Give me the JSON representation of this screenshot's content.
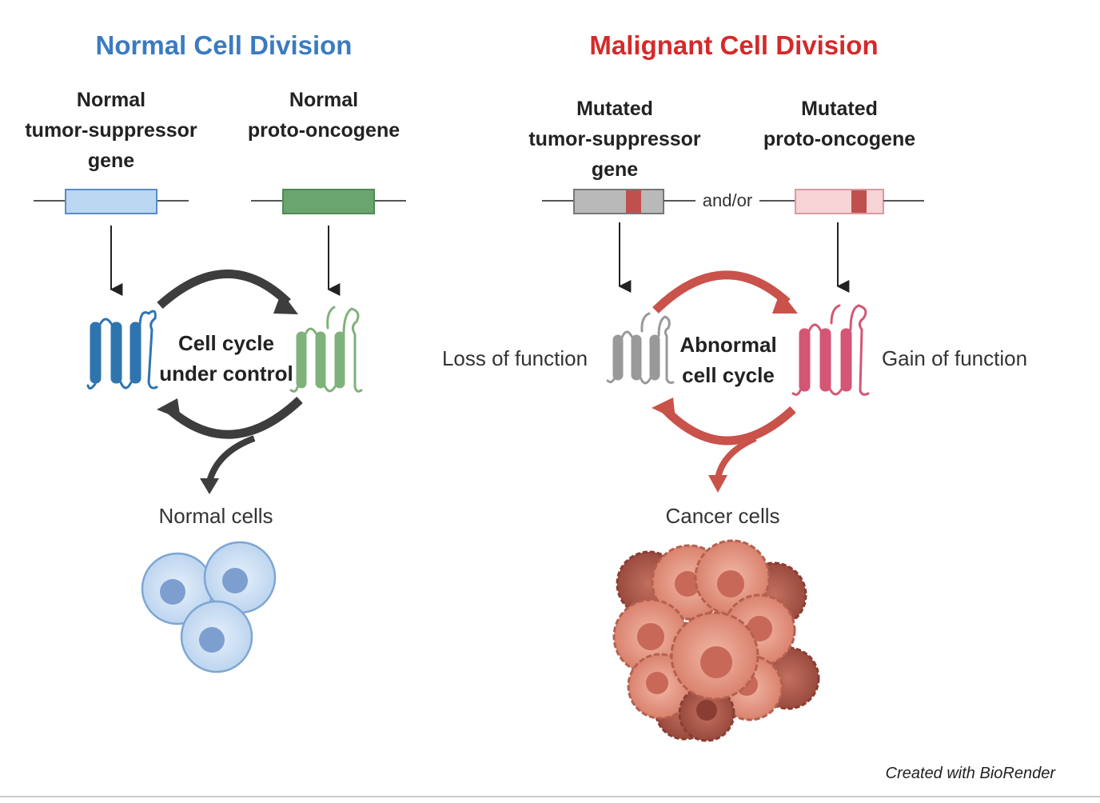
{
  "normal": {
    "title": "Normal Cell Division",
    "title_color": "#3b7bbf",
    "tsg_label": [
      "Normal",
      "tumor-suppressor",
      "gene"
    ],
    "onco_label": [
      "Normal",
      "proto-oncogene"
    ],
    "cycle_label": [
      "Cell cycle",
      "under control"
    ],
    "outcome": "Normal cells",
    "colors": {
      "tsg": "#bcd7f2",
      "onco": "#6aa56e",
      "cycle_arrow": "#3d3d3d",
      "tsg_protein": "#2e75b0",
      "onco_protein": "#7fb27a"
    }
  },
  "malignant": {
    "title": "Malignant Cell Division",
    "title_color": "#d42a2a",
    "tsg_label": [
      "Mutated",
      "tumor-suppressor",
      "gene"
    ],
    "onco_label": [
      "Mutated",
      "proto-oncogene"
    ],
    "connector": "and/or",
    "cycle_label": [
      "Abnormal",
      "cell cycle"
    ],
    "loss_label": "Loss of function",
    "gain_label": "Gain of function",
    "outcome": "Cancer cells",
    "colors": {
      "tsg": "#b9b9b9",
      "onco": "#f7d3d6",
      "mutation": "#c0504d",
      "cycle_arrow": "#c9524b",
      "tsg_protein": "#999999",
      "onco_protein": "#d45674"
    }
  },
  "credit": "Created with BioRender"
}
